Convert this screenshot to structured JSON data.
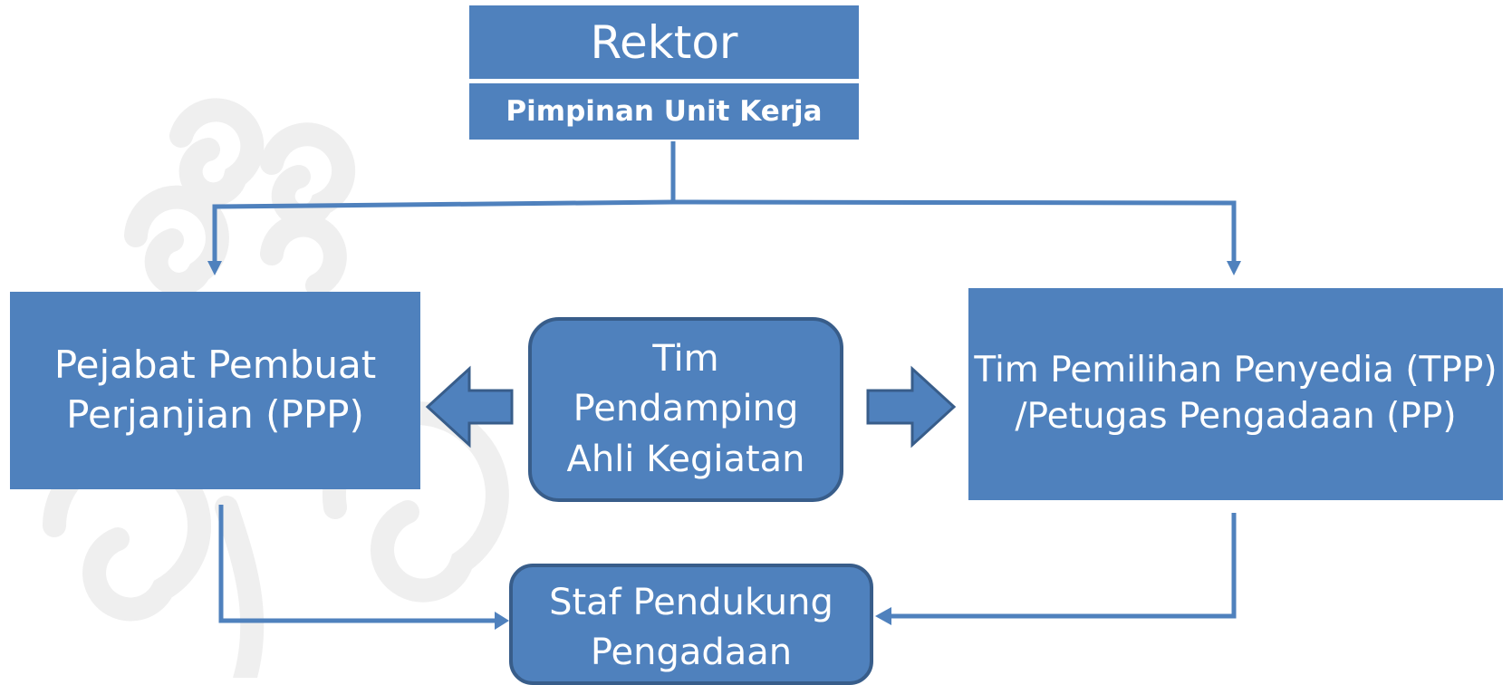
{
  "nodes": {
    "rektor": "Rektor",
    "pimpinan": "Pimpinan Unit Kerja",
    "ppp": "Pejabat Pembuat\nPerjanjian (PPP)",
    "tpp": "Tim Pemilihan Penyedia (TPP)\n/Petugas Pengadaan (PP)",
    "tim_pendamping": "Tim\nPendamping\nAhli Kegiatan",
    "staf": "Staf Pendukung\nPengadaan"
  },
  "colors": {
    "box_fill": "#4f81bd",
    "box_border": "#385d8a",
    "connector": "#4f81bd",
    "background_swirl": "#eeeeee"
  }
}
